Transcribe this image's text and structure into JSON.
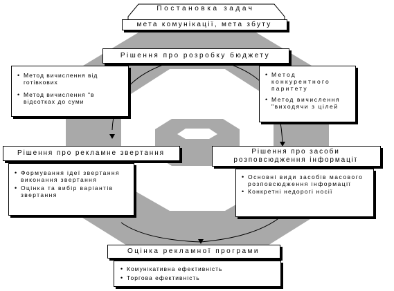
{
  "diagram": {
    "top": {
      "title": "Постановка задач",
      "subtitle": "мета комунікації, мета збуту"
    },
    "budget": {
      "title": "Рішення про розробку бюджету"
    },
    "left_methods": {
      "items": [
        "Метод вичислення від готівкових",
        "Метод вичислення \"в відсотках до суми"
      ]
    },
    "right_methods": {
      "items": [
        "Метод конкурентного паритету",
        "Метод вичислення \"виходячи з цілей"
      ]
    },
    "appeal": {
      "title": "Рішення про рекламне звертання",
      "items": [
        "Формування ідеї звертання виконання звертання",
        "Оцінка та вибір варіантів звертання"
      ]
    },
    "media": {
      "title": "Рішення про засоби розповсюдження інформації",
      "items": [
        "Основні види засобів масового розповсюдження інформації",
        "Конкретні недорогі носії"
      ]
    },
    "evaluation": {
      "title": "Оцінка рекламної програми",
      "items": [
        "Комунікативна ефективність",
        "Торгова ефективність"
      ]
    },
    "colors": {
      "ring": "#a9a9a9",
      "border": "#000000",
      "background": "#ffffff"
    }
  }
}
